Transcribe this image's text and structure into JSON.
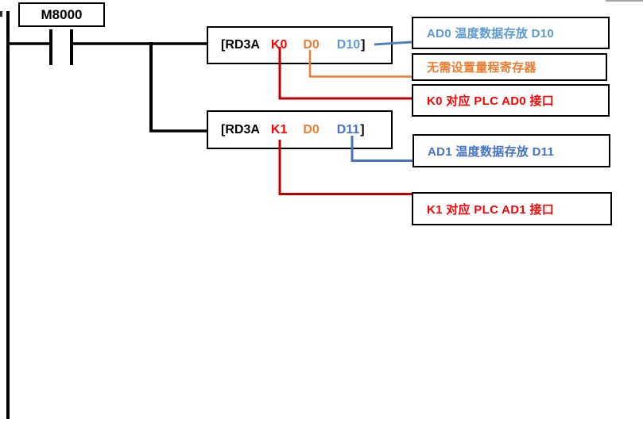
{
  "palette": {
    "ink": "#000000",
    "red-text": "#FF0000",
    "red-line": "#C00000",
    "orange": "#ED7D31",
    "blue-light": "#5B9BD5",
    "blue-steel": "#4F81BD",
    "blue-dark": "#4472C4",
    "gray-border": "#a6a6a6"
  },
  "ladder": {
    "contact_label": "M8000",
    "instructions": [
      {
        "opcode": "[RD3A",
        "operand1": "K0",
        "operand2": "D0",
        "operand3": "D10",
        "close": "]"
      },
      {
        "opcode": "[RD3A",
        "operand1": "K1",
        "operand2": "D0",
        "operand3": "D11",
        "close": "]"
      }
    ]
  },
  "annotations": [
    {
      "text": "AD0 温度数据存放 D10",
      "color": "#5B9BD5"
    },
    {
      "text": "无需设置量程寄存器",
      "color": "#ED7D31"
    },
    {
      "text": "K0  对应 PLC AD0 接口",
      "color": "#FF0000"
    },
    {
      "text": "AD1 温度数据存放 D11",
      "color": "#4472C4"
    },
    {
      "text": "K1 对应 PLC AD1 接口",
      "color": "#FF0000"
    }
  ]
}
